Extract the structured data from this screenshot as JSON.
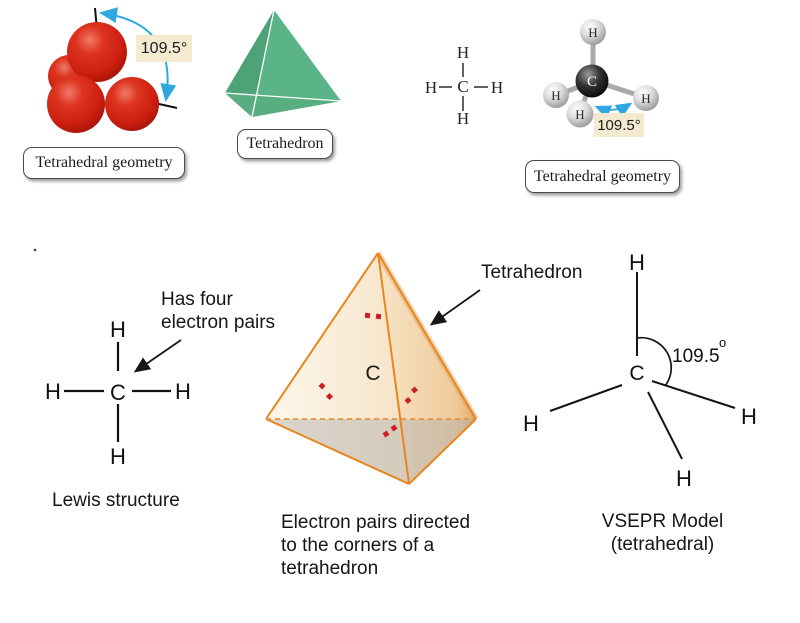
{
  "colors": {
    "balloon_red": "#d32318",
    "tetrahedron_green": "#5bb487",
    "tetrahedron_orange_edge": "#e8861d",
    "electron_pair_red": "#cc2027",
    "arrow_blue": "#2fa8e0",
    "angle_label_bg": "#f4ead0"
  },
  "balloon_model": {
    "angle_label": "109.5°",
    "caption": "Tetrahedral geometry"
  },
  "green_tetrahedron": {
    "caption": "Tetrahedron"
  },
  "lewis_top": {
    "h": "H",
    "c": "C"
  },
  "ball_stick_model": {
    "h": "H",
    "c": "C",
    "angle_label": "109.5°",
    "caption": "Tetrahedral geometry"
  },
  "lewis_bottom": {
    "h": "H",
    "c": "C",
    "annotation": {
      "line1": "Has four",
      "line2": "electron pairs"
    },
    "caption": "Lewis structure"
  },
  "orange_tetrahedron": {
    "label": "Tetrahedron",
    "center_atom": "C",
    "caption": {
      "line1": "Electron pairs directed",
      "line2": "to the corners of a",
      "line3": "tetrahedron"
    }
  },
  "vsepr_model": {
    "h": "H",
    "c": "C",
    "angle_value": "109.5",
    "angle_superscript": "o",
    "caption": {
      "line1": "VSEPR Model",
      "line2": "(tetrahedral)"
    }
  }
}
